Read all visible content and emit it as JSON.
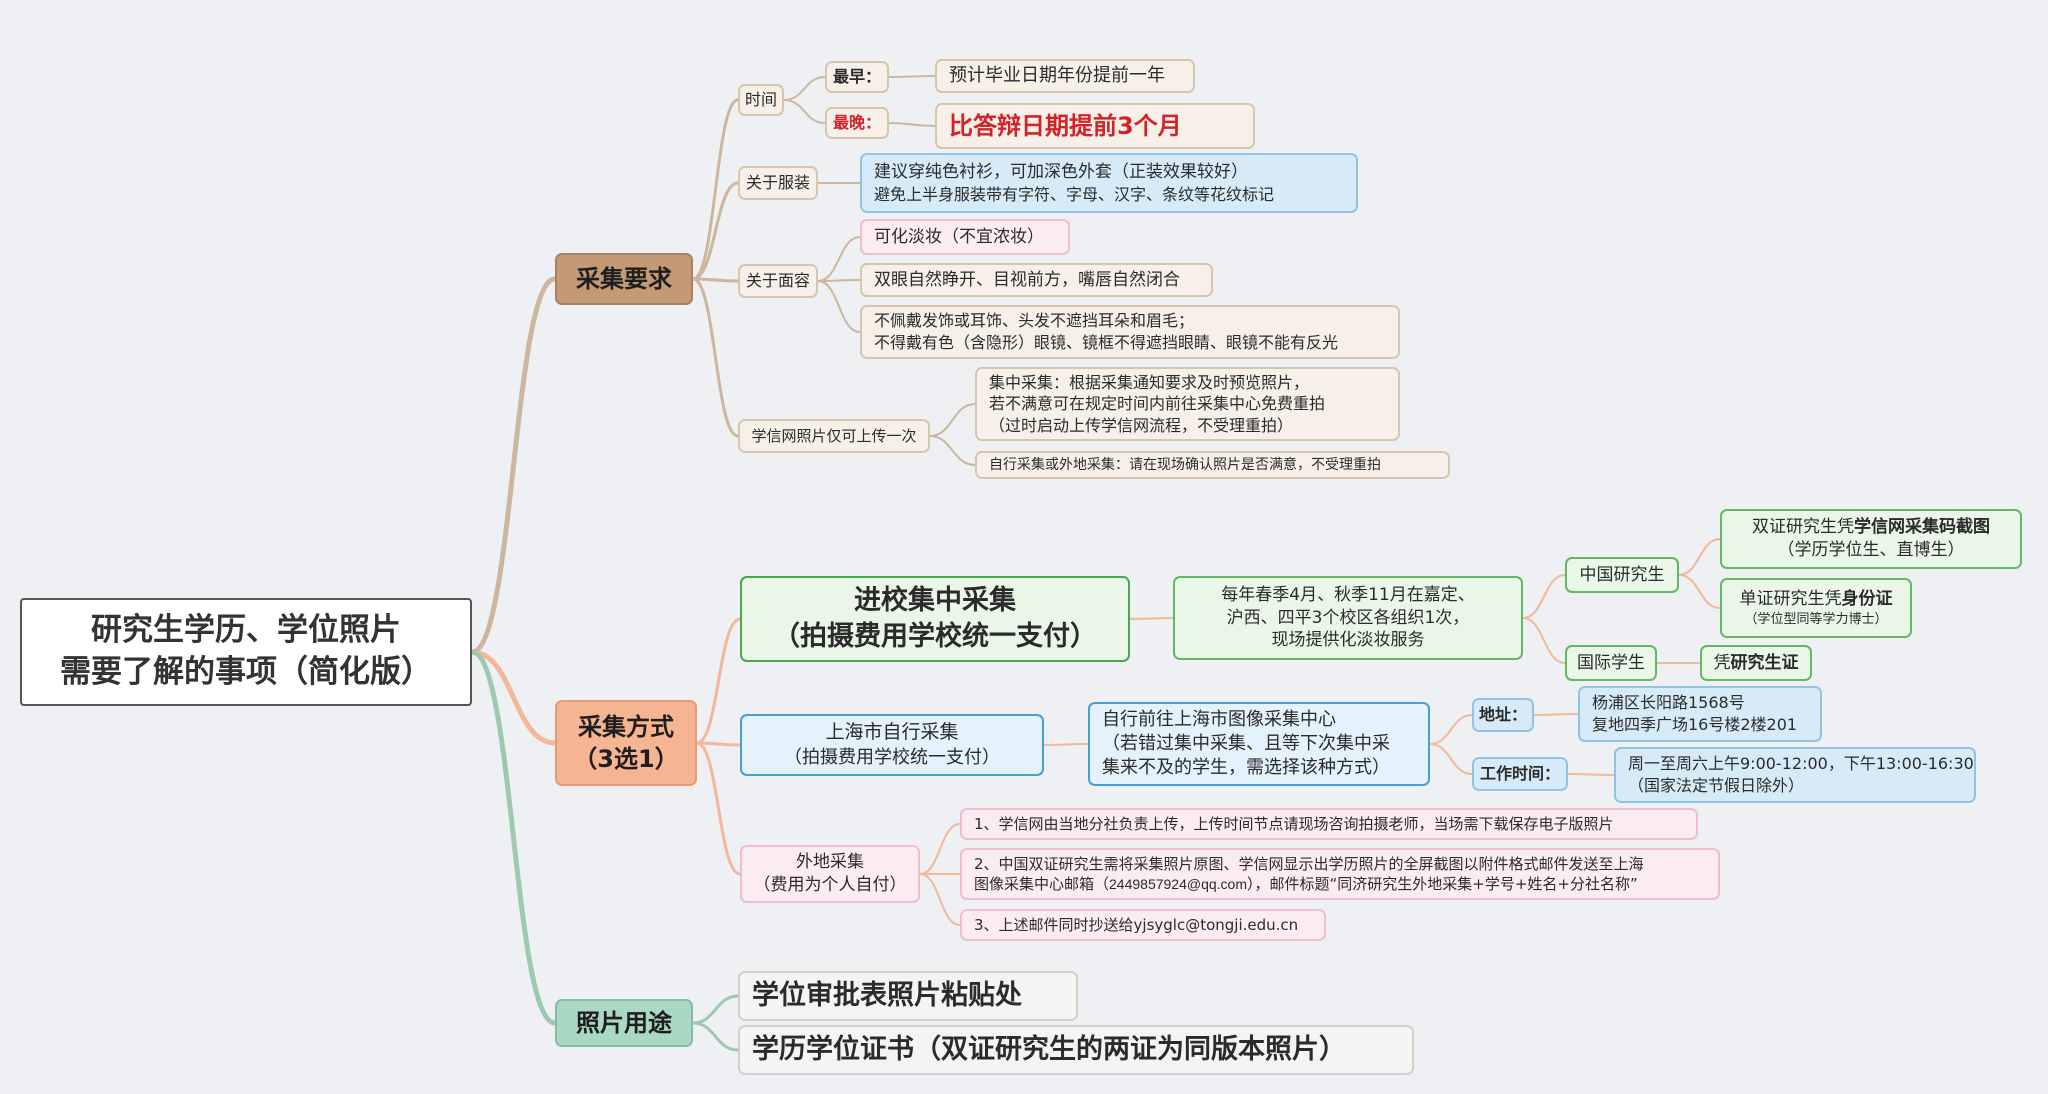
{
  "root": {
    "line1": "研究生学历、学位照片",
    "line2": "需要了解的事项（简化版）"
  },
  "req": {
    "title": "采集要求",
    "time": {
      "label": "时间",
      "earliest_label": "最早：",
      "earliest_value": "预计毕业日期年份提前一年",
      "latest_label": "最晚：",
      "latest_value": "比答辩日期提前3个月"
    },
    "clothing": {
      "label": "关于服装",
      "line1": "建议穿纯色衬衫，可加深色外套（正装效果较好）",
      "line2": "避免上半身服装带有字符、字母、汉字、条纹等花纹标记"
    },
    "face": {
      "label": "关于面容",
      "item1": "可化淡妆（不宜浓妆）",
      "item2": "双眼自然睁开、目视前方，嘴唇自然闭合",
      "item3_line1": "不佩戴发饰或耳饰、头发不遮挡耳朵和眉毛；",
      "item3_line2": "不得戴有色（含隐形）眼镜、镜框不得遮挡眼睛、眼镜不能有反光"
    },
    "upload": {
      "label": "学信网照片仅可上传一次",
      "central_line1": "集中采集：根据采集通知要求及时预览照片，",
      "central_line2": "若不满意可在规定时间内前往采集中心免费重拍",
      "central_line3": "（过时启动上传学信网流程，不受理重拍）",
      "self": "自行采集或外地采集：请在现场确认照片是否满意，不受理重拍"
    }
  },
  "method": {
    "title_line1": "采集方式",
    "title_line2": "（3选1）",
    "campus": {
      "title_line1": "进校集中采集",
      "title_line2": "（拍摄费用学校统一支付）",
      "desc_line1": "每年春季4月、秋季11月在嘉定、",
      "desc_line2": "沪西、四平3个校区各组织1次，",
      "desc_line3": "现场提供化淡妆服务",
      "cn_label": "中国研究生",
      "dual_pre": "双证研究生凭",
      "dual_bold": "学信网采集码截图",
      "dual_sub": "（学历学位生、直博生）",
      "single_pre": "单证研究生凭",
      "single_bold": "身份证",
      "single_sub": "（学位型同等学力博士）",
      "intl_label": "国际学生",
      "intl_pre": "凭",
      "intl_bold": "研究生证"
    },
    "shanghai": {
      "title_line1": "上海市自行采集",
      "title_line2": "（拍摄费用学校统一支付）",
      "desc_line1": "自行前往上海市图像采集中心",
      "desc_line2": "（若错过集中采集、且等下次集中采",
      "desc_line3": "集来不及的学生，需选择该种方式）",
      "addr_label": "地址：",
      "addr_line1": "杨浦区长阳路1568号",
      "addr_line2": "复地四季广场16号楼2楼201",
      "hours_label": "工作时间：",
      "hours_line1": "周一至周六上午9:00-12:00，下午13:00-16:30",
      "hours_line2": "（国家法定节假日除外）"
    },
    "remote": {
      "title_line1": "外地采集",
      "title_line2": "（费用为个人自付）",
      "item1": "1、学信网由当地分社负责上传，上传时间节点请现场咨询拍摄老师，当场需下载保存电子版照片",
      "item2_line1": "2、中国双证研究生需将采集照片原图、学信网显示出学历照片的全屏截图以附件格式邮件发送至上海",
      "item2_line2_pre": "图像采集中心邮箱（",
      "item2_email": "2449857924@qq.com",
      "item2_line2_post": "），邮件标题“同济研究生外地采集+学号+姓名+分社名称”",
      "item3": "3、上述邮件同时抄送给yjsyglc@tongji.edu.cn"
    }
  },
  "usage": {
    "title": "照片用途",
    "item1": "学位审批表照片粘贴处",
    "item2": "学历学位证书（双证研究生的两证为同版本照片）"
  },
  "colors": {
    "link_brown": "#cdb69e",
    "link_orange": "#f3b79a",
    "link_green": "#9cc9b0",
    "link_root": "#b9c2cc",
    "accent_red": "#d2232a"
  }
}
